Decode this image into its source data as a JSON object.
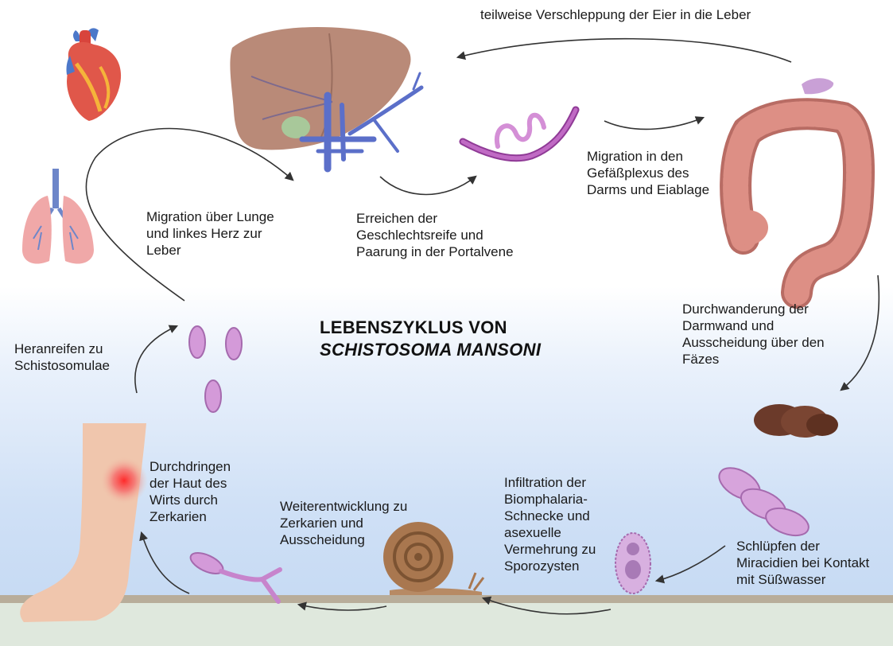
{
  "title": {
    "line1": "LEBENSZYKLUS VON",
    "line2": "SCHISTOSOMA MANSONI"
  },
  "steps": {
    "liver_transfer": "teilweise Verschleppung der Eier in die Leber",
    "intestine_migration": "Migration in den\nGefäßplexus des\nDarms und Eiablage",
    "maturation": "Erreichen der\nGeschlechtsreife und\nPaarung in der Portalvene",
    "lung_migration": "Migration über Lunge\nund linkes Herz zur\nLeber",
    "gut_wall": "Durchwanderung der\nDarmwand und\nAusscheidung über den\nFäzes",
    "schistosomulae": "Heranreifen zu\nSchistosomulae",
    "skin_penetration": "Durchdringen\nder Haut des\nWirts durch\nZerkarien",
    "cercariae_dev": "Weiterentwicklung zu\nZerkarien und\nAusscheidung",
    "snail_infiltration": "Infiltration der\nBiomphalaria-\nSchnecke und\nasexuelle\nVermehrung zu\nSporozysten",
    "miracidia": "Schlüpfen der\nMiracidien bei Kontakt\nmit Süßwasser"
  },
  "colors": {
    "liver": "#b98a78",
    "vessel": "#5b6fc9",
    "worm": "#b45bb8",
    "colon": "#dd8f85",
    "feces": "#6b3a2a",
    "snail": "#a9774f",
    "skin": "#f0c6ad",
    "ground": "#dfe8dd",
    "arrow": "#333333"
  }
}
